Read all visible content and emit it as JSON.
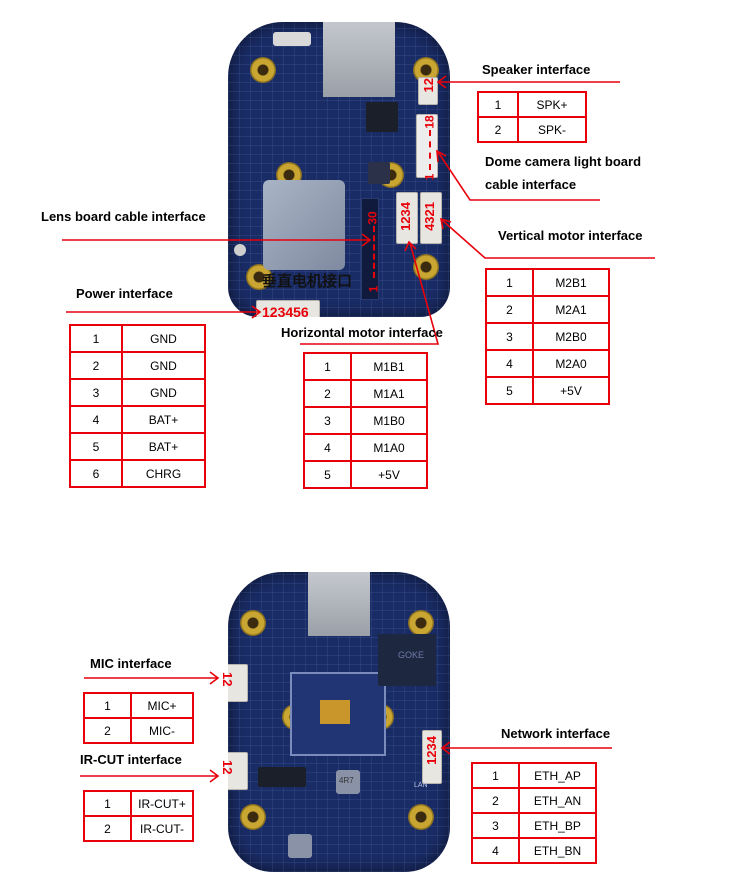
{
  "top_board": {
    "overlay_text": "垂直电机接口",
    "connectors": {
      "speaker": "12",
      "dome_light_board": {
        "end": "18",
        "start": "1"
      },
      "lens_board": {
        "end": "30",
        "start": "1"
      },
      "horizontal_motor": "1234",
      "vertical_motor": "4321",
      "power": "123456"
    }
  },
  "bottom_board": {
    "chip_brand": "GOKE",
    "inductor_marking": "4R7",
    "connectors": {
      "mic": "12",
      "ir_cut": "12",
      "network": "1234"
    },
    "silkscreen_lan": "LAN"
  },
  "interfaces": {
    "speaker": {
      "title": "Speaker interface",
      "pins": [
        {
          "num": "1",
          "signal": "SPK+"
        },
        {
          "num": "2",
          "signal": "SPK-"
        }
      ]
    },
    "dome_light_board": {
      "title_line1": "Dome camera light board",
      "title_line2": "cable interface"
    },
    "lens_board": {
      "title": "Lens board cable interface"
    },
    "vertical_motor": {
      "title": "Vertical motor interface",
      "pins": [
        {
          "num": "1",
          "signal": "M2B1"
        },
        {
          "num": "2",
          "signal": "M2A1"
        },
        {
          "num": "3",
          "signal": "M2B0"
        },
        {
          "num": "4",
          "signal": "M2A0"
        },
        {
          "num": "5",
          "signal": "+5V"
        }
      ]
    },
    "power": {
      "title": "Power interface",
      "pins": [
        {
          "num": "1",
          "signal": "GND"
        },
        {
          "num": "2",
          "signal": "GND"
        },
        {
          "num": "3",
          "signal": "GND"
        },
        {
          "num": "4",
          "signal": "BAT+"
        },
        {
          "num": "5",
          "signal": "BAT+"
        },
        {
          "num": "6",
          "signal": "CHRG"
        }
      ]
    },
    "horizontal_motor": {
      "title": "Horizontal motor interface",
      "pins": [
        {
          "num": "1",
          "signal": "M1B1"
        },
        {
          "num": "2",
          "signal": "M1A1"
        },
        {
          "num": "3",
          "signal": "M1B0"
        },
        {
          "num": "4",
          "signal": "M1A0"
        },
        {
          "num": "5",
          "signal": "+5V"
        }
      ]
    },
    "mic": {
      "title": "MIC interface",
      "pins": [
        {
          "num": "1",
          "signal": "MIC+"
        },
        {
          "num": "2",
          "signal": "MIC-"
        }
      ]
    },
    "ir_cut": {
      "title": "IR-CUT interface",
      "pins": [
        {
          "num": "1",
          "signal": "IR-CUT+"
        },
        {
          "num": "2",
          "signal": "IR-CUT-"
        }
      ]
    },
    "network": {
      "title": "Network interface",
      "pins": [
        {
          "num": "1",
          "signal": "ETH_AP"
        },
        {
          "num": "2",
          "signal": "ETH_AN"
        },
        {
          "num": "3",
          "signal": "ETH_BP"
        },
        {
          "num": "4",
          "signal": "ETH_BN"
        }
      ]
    }
  },
  "colors": {
    "annotation_red": "#e8000b",
    "pcb_blue": "#1a2c66",
    "mount_hole_gold": "#c9a531"
  }
}
